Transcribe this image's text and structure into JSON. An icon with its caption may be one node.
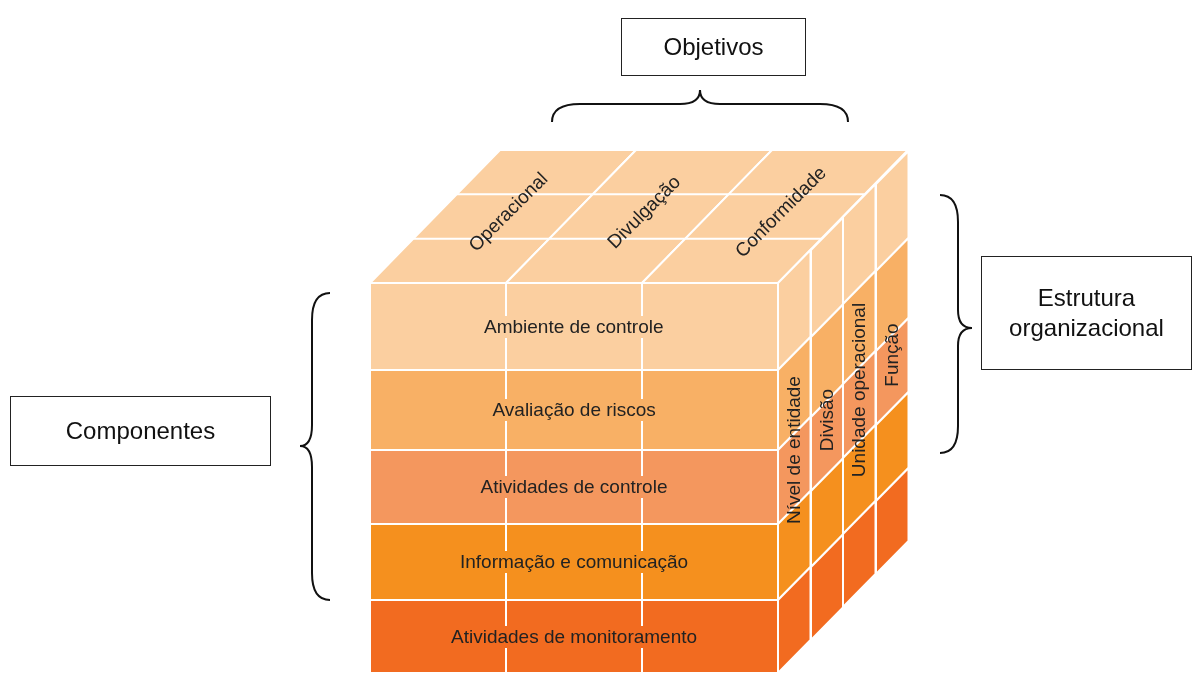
{
  "diagram": {
    "nodes": [
      {
        "text": [
          "Objetivos"
        ]
      },
      {
        "text": [
          "Operacional"
        ]
      },
      {
        "text": [
          "Divulgação"
        ]
      },
      {
        "text": [
          "Conformidade"
        ]
      },
      {
        "text": [
          "Estrutura organizacional"
        ]
      },
      {
        "text": [
          "Componentes"
        ]
      },
      {
        "text": [
          "Ambiente de controle"
        ]
      },
      {
        "text": [
          "Avaliação de riscos"
        ]
      },
      {
        "text": [
          "Atividades de controle"
        ]
      },
      {
        "text": [
          "Informação e comunicação"
        ]
      },
      {
        "text": [
          "Atividades de monitoramento"
        ]
      },
      {
        "text": [
          "Nível de entidade"
        ]
      },
      {
        "text": [
          "Divisão"
        ]
      },
      {
        "text": [
          "Unidade operacional"
        ]
      },
      {
        "text": [
          "Função"
        ]
      }
    ],
    "edges": []
  }
}
